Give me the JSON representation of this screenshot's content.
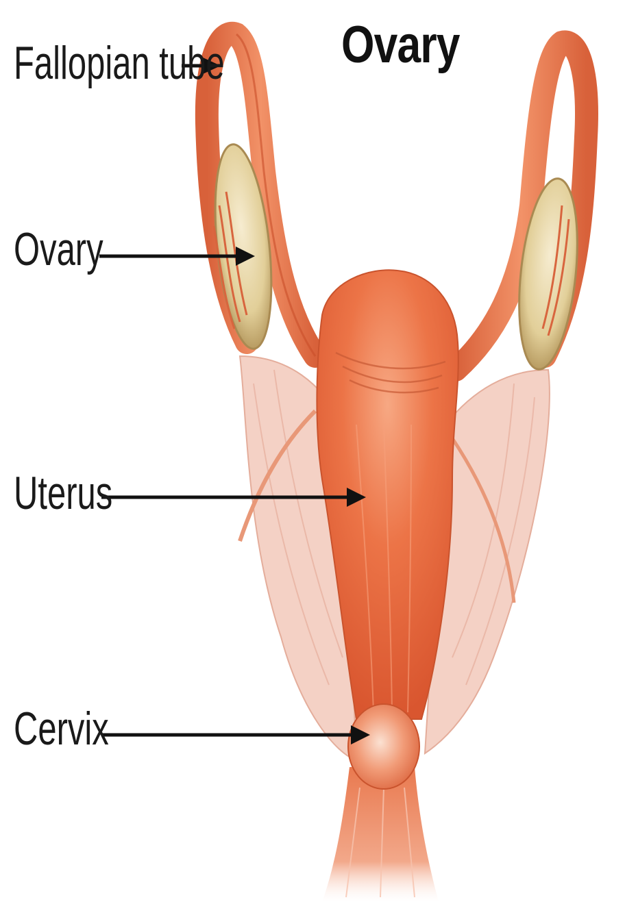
{
  "diagram": {
    "title": "Ovary",
    "labels": {
      "fallopian_tube": "Fallopian tube",
      "ovary": "Ovary",
      "uterus": "Uterus",
      "cervix": "Cervix"
    },
    "colors": {
      "uterus_fill": "#e8673f",
      "uterus_highlight": "#f5a37f",
      "ligament_fill": "#f3cbbd",
      "ovary_fill": "#e8d8a8",
      "arrow": "#111111"
    }
  }
}
